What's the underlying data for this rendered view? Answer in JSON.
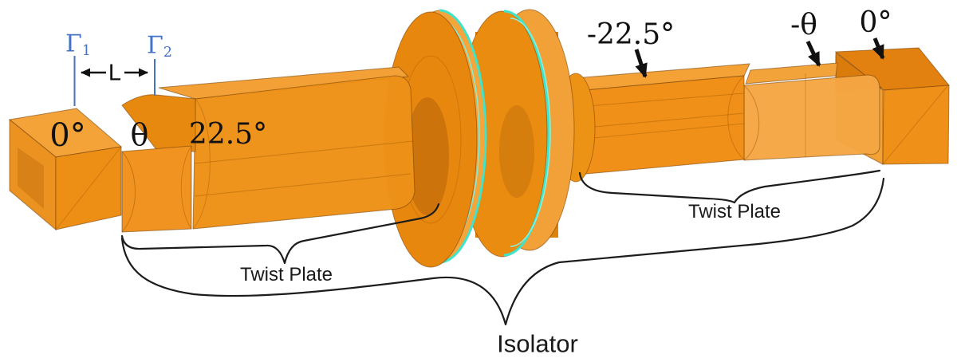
{
  "figure_title": "Waveguide isolator with twist plates - annotated CAD model",
  "annotations": {
    "gamma1": {
      "symbol": "Γ",
      "sub": "1"
    },
    "gamma2": {
      "symbol": "Γ",
      "sub": "2"
    },
    "length_dim": "L",
    "label_port_left": "0°",
    "label_theta_left": "θ",
    "label_twist_left": "22.5°",
    "label_twist_right": "-22.5°",
    "label_theta_right": "-θ",
    "label_port_right": "0°",
    "label_twist_plate_left": "Twist Plate",
    "label_twist_plate_right": "Twist Plate",
    "label_isolator": "Isolator"
  },
  "colors": {
    "annotation_blue": "#4472C4",
    "annotation_black": "#1c1c1c",
    "orange_top_light": "#F4A338",
    "orange_face_mid": "#EF9018",
    "orange_side_dark": "#E28110",
    "orange_deep": "#D97C0C",
    "edge_highlight_teal": "#3FE4CB",
    "edge_line": "#6E3C08"
  }
}
